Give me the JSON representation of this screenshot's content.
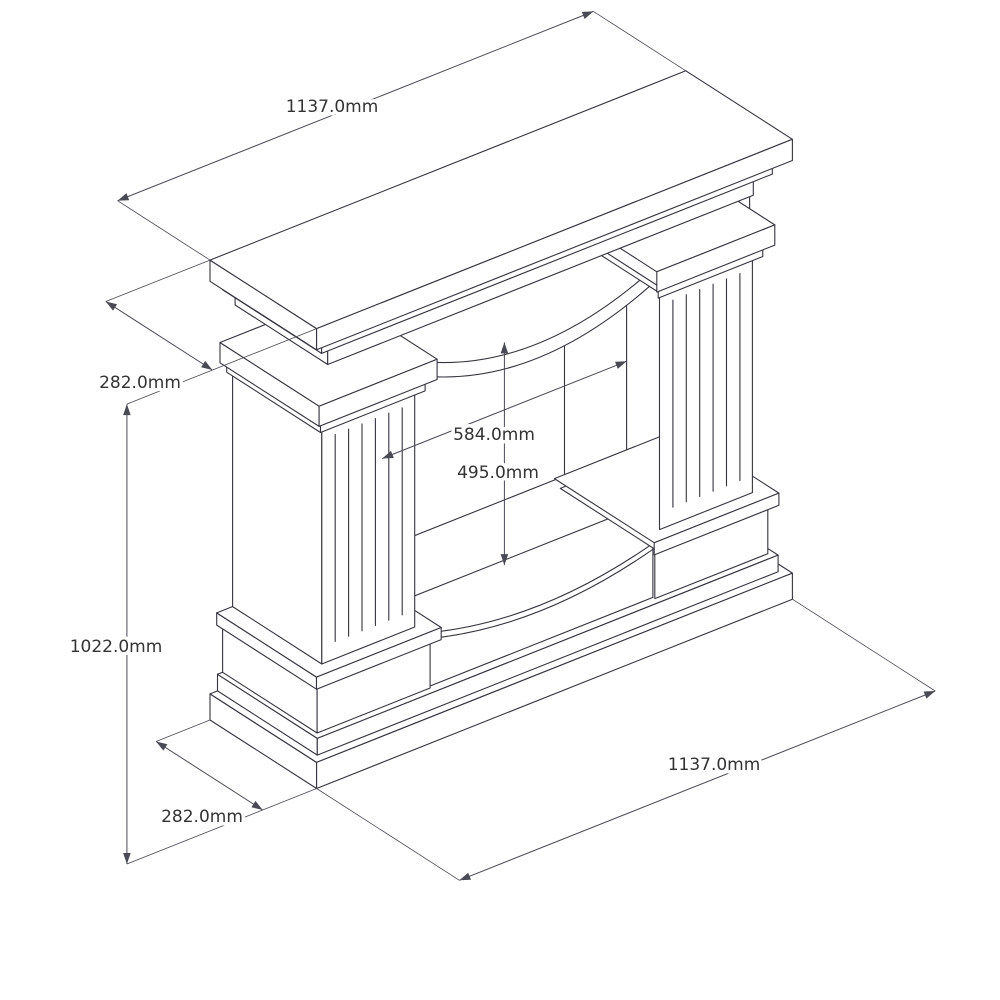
{
  "page": {
    "background": "#ffffff"
  },
  "diagram": {
    "object": "Fireplace mantel surround - isometric dimension line drawing",
    "units": "mm",
    "colors": {
      "line": "#34343e",
      "dimension": "#4a4a55",
      "text": "#333333",
      "background": "#ffffff"
    },
    "dimensions": {
      "top_width": {
        "label": "1137.0mm",
        "value": 1137.0
      },
      "shelf_depth": {
        "label": "282.0mm",
        "value": 282.0
      },
      "opening_width": {
        "label": "584.0mm",
        "value": 584.0
      },
      "opening_height": {
        "label": "495.0mm",
        "value": 495.0
      },
      "total_height": {
        "label": "1022.0mm",
        "value": 1022.0
      },
      "base_depth": {
        "label": "282.0mm",
        "value": 282.0
      },
      "base_width": {
        "label": "1137.0mm",
        "value": 1137.0
      }
    }
  }
}
